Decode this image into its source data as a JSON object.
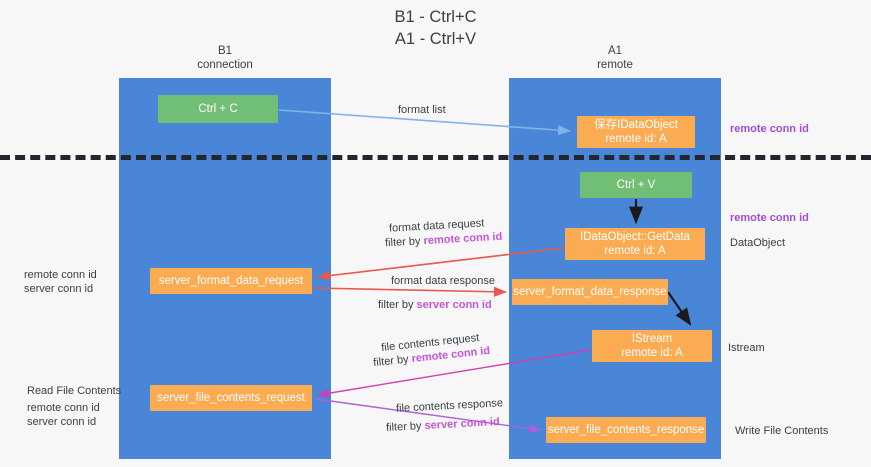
{
  "title": {
    "line1": "B1 - Ctrl+C",
    "line2": "A1 - Ctrl+V"
  },
  "lanes": [
    {
      "id": "b1",
      "name": "B1",
      "sub": "connection",
      "color": "#4a86d8"
    },
    {
      "id": "a1",
      "name": "A1",
      "sub": "remote",
      "color": "#4a86d8"
    }
  ],
  "colors": {
    "lane": "#4a86d8",
    "green_box": "#70bf74",
    "orange_box": "#fbab52",
    "purple_text": "#a64bd4",
    "green_text": "#5fae63",
    "divider": "#22272e",
    "arrow_blue": "#7fb4e8",
    "arrow_red": "#e8594c",
    "arrow_black": "#1a1a1a",
    "arrow_magenta": "#d63bb5",
    "arrow_purple": "#b05fd6",
    "background": "#f7f7f7"
  },
  "boxes": {
    "ctrl_c": {
      "label": "Ctrl + C",
      "style": "green"
    },
    "save_dataobject": {
      "line1": "保存IDataObject",
      "line2": "remote id: A",
      "style": "orange"
    },
    "ctrl_v": {
      "label": "Ctrl + V",
      "style": "green"
    },
    "getdata": {
      "line1": "IDataObject::GetData",
      "line2": "remote id: A",
      "style": "orange"
    },
    "server_format_data_request": {
      "label": "server_format_data_request",
      "style": "orange"
    },
    "server_format_data_response": {
      "label": "server_format_data_response",
      "style": "orange"
    },
    "istream": {
      "line1": "IStream",
      "line2": "remote id: A",
      "style": "orange"
    },
    "server_file_contents_request": {
      "label": "server_file_contents_request",
      "style": "orange"
    },
    "server_file_contents_response": {
      "label": "server_file_contents_response",
      "style": "orange"
    }
  },
  "labels": {
    "format_list": "format list",
    "remote_conn_id_1": "remote conn id",
    "remote_conn_id_2": "remote conn id",
    "dataobject_side": "DataObject",
    "istream_side": "Istream",
    "write_file_contents": "Write File Contents",
    "read_file_contents": "Read File Contents",
    "left_remote_conn_id": "remote conn id",
    "left_server_conn_id": "server conn id",
    "left_remote_conn_id_2": "remote conn id",
    "left_server_conn_id_2": "server conn id",
    "format_data_request": "format data request",
    "format_data_request_filter_prefix": "filter by ",
    "format_data_request_filter_key": "remote conn id",
    "format_data_response": "format data response",
    "format_data_response_filter_prefix": "filter by ",
    "format_data_response_filter_key": "server conn id",
    "file_contents_request": "file contents request",
    "file_contents_request_filter_prefix": "filter by ",
    "file_contents_request_filter_key": "remote conn id",
    "file_contents_response": "file contents response",
    "file_contents_response_filter_prefix": "filter by ",
    "file_contents_response_filter_key": "server conn id"
  }
}
